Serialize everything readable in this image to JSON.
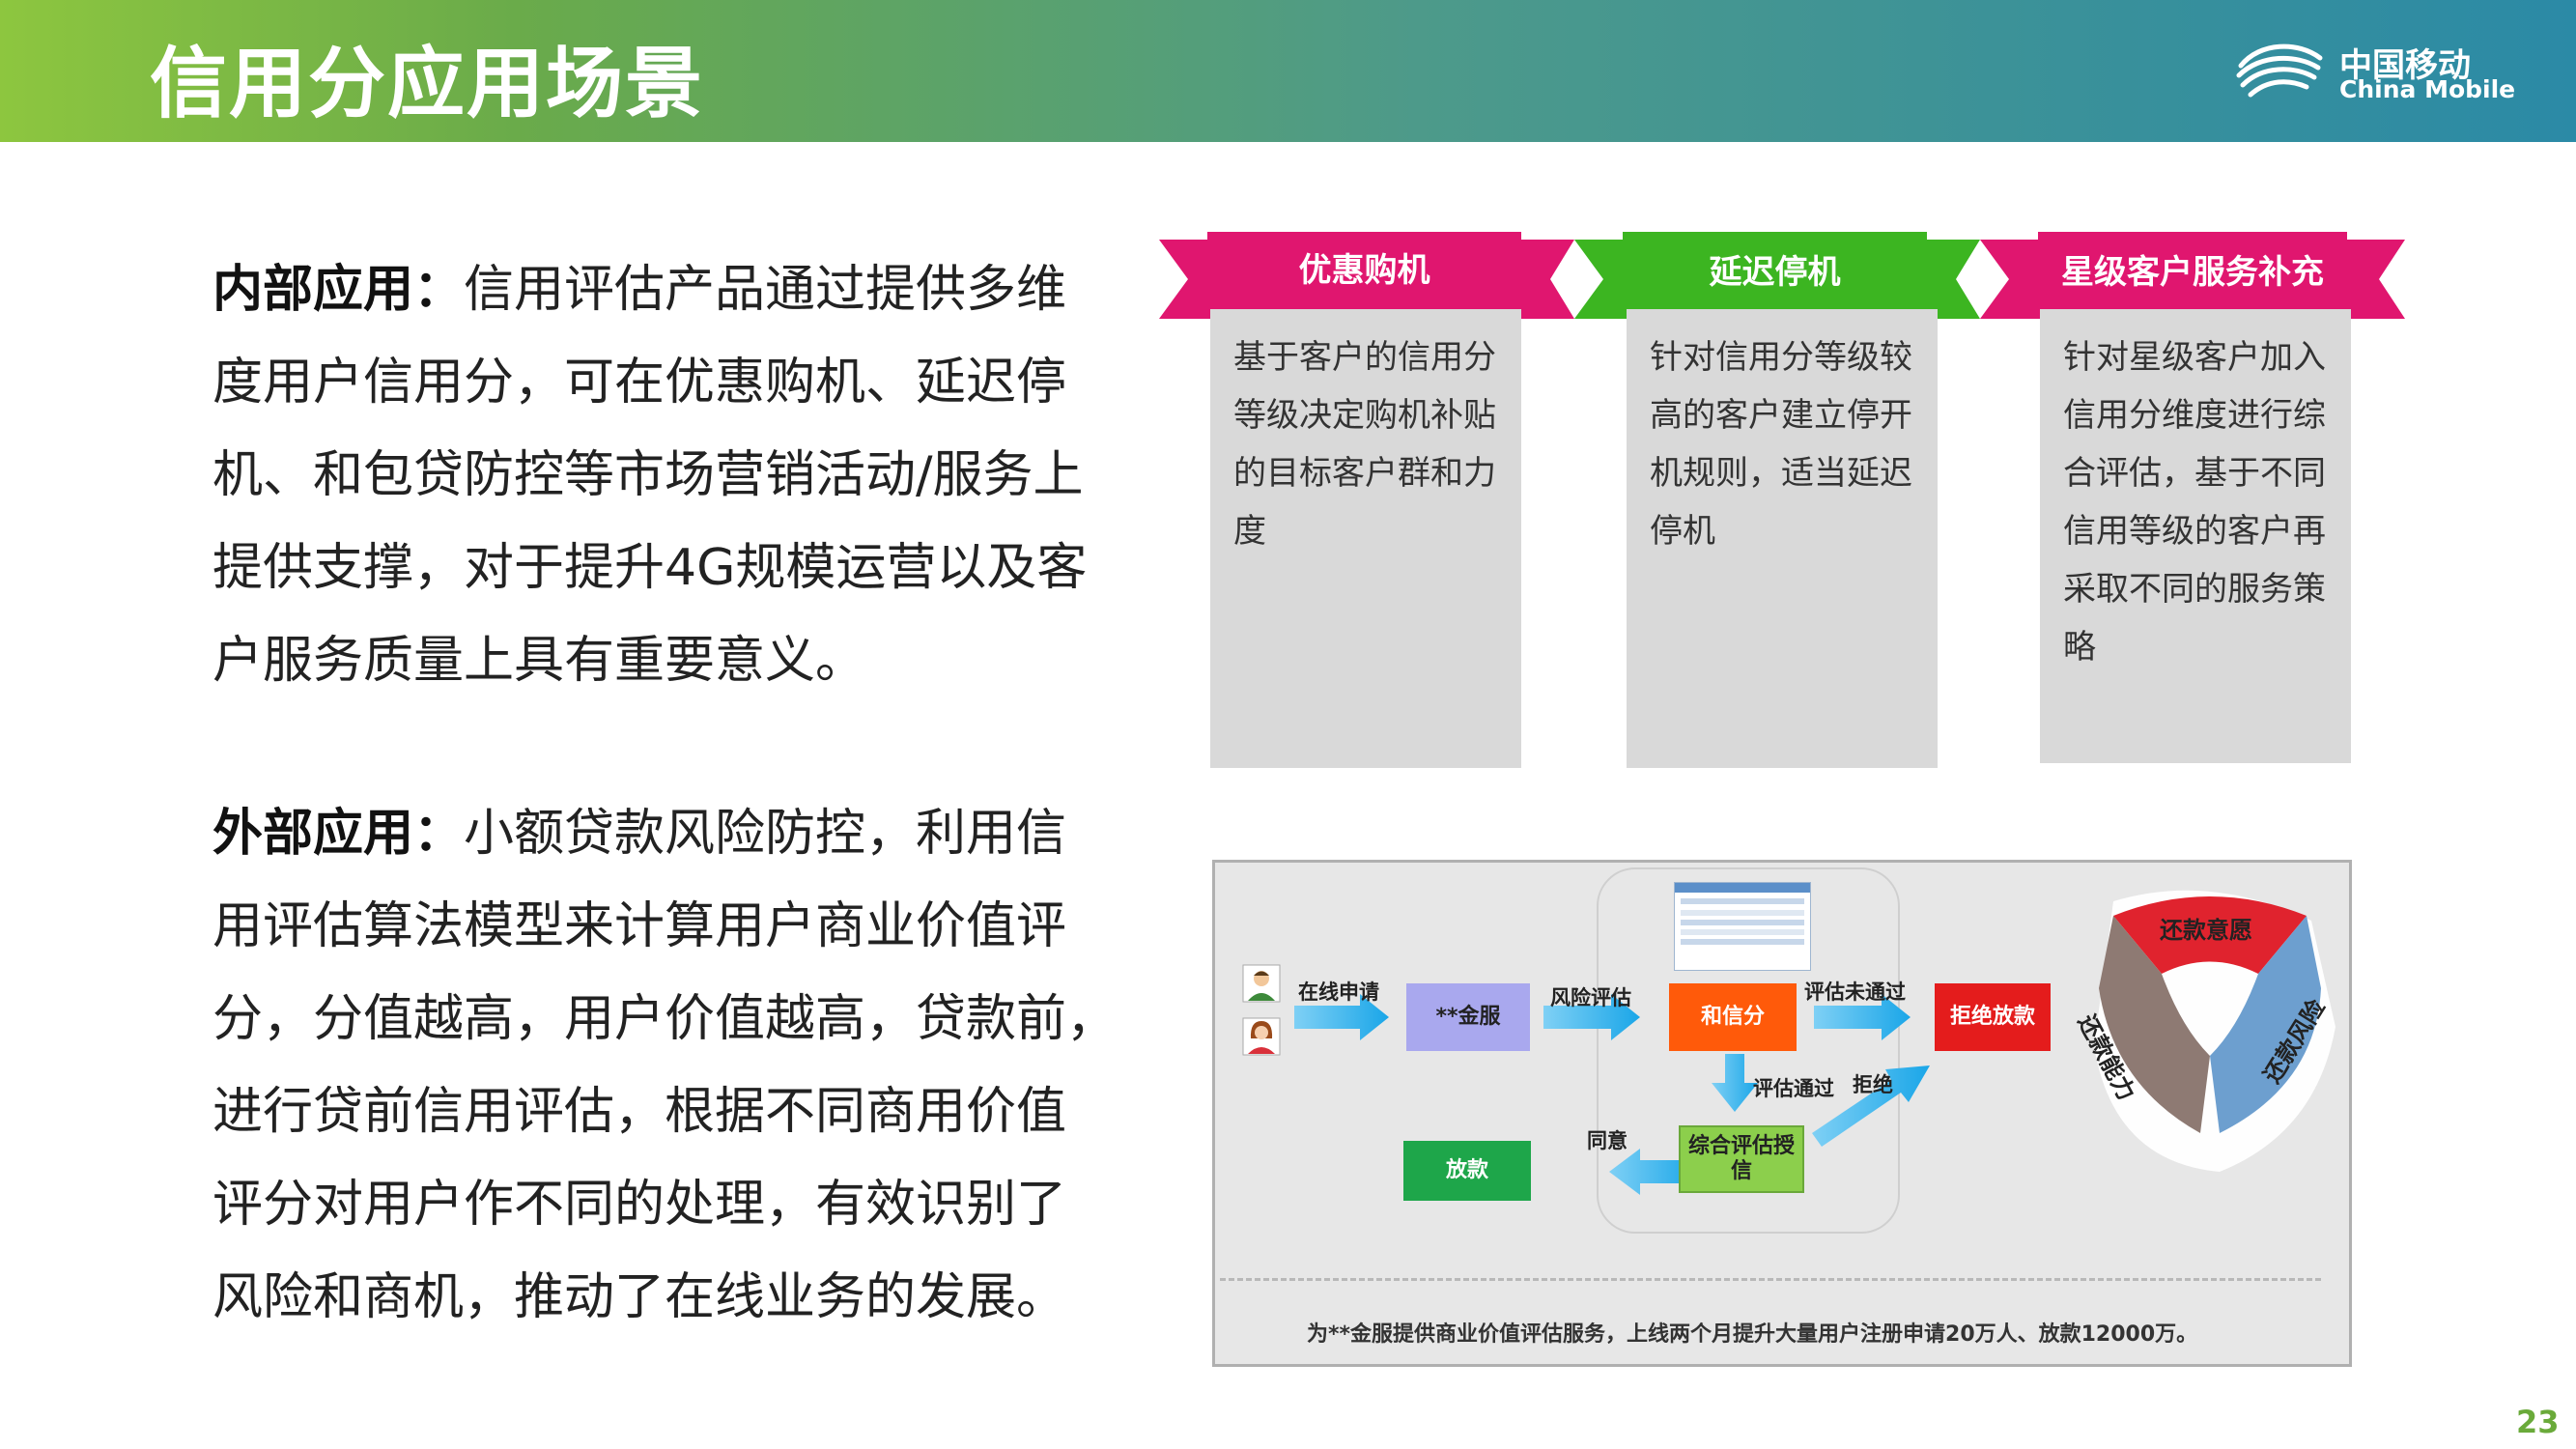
{
  "header": {
    "title": "信用分应用场景",
    "logo_cn": "中国移动",
    "logo_en": "China Mobile"
  },
  "internal": {
    "label": "内部应用",
    "sep": "：",
    "lines": [
      "信用评估产品通过提供多维",
      "度用户信用分，可在优惠购机、延迟停",
      "机、和包贷防控等市场营销活动/服务上",
      "提供支撑，对于提升4G规模运营以及客",
      "户服务质量上具有重要意义。"
    ]
  },
  "external": {
    "label": "外部应用",
    "sep": "：",
    "lines": [
      "小额贷款风险防控，利用信",
      "用评估算法模型来计算用户商业价值评",
      "分，分值越高，用户价值越高，贷款前，",
      "进行贷前信用评估，根据不同商用价值",
      "评分对用户作不同的处理，有效识别了",
      "风险和商机，推动了在线业务的发展。"
    ]
  },
  "cards": [
    {
      "title": "优惠购机",
      "color": "#e0166f",
      "lines": [
        "基于客户的信用分",
        "等级决定购机补贴",
        "的目标客户群和力",
        "度"
      ]
    },
    {
      "title": "延迟停机",
      "color": "#3cb521",
      "lines": [
        "针对信用分等级较",
        "高的客户建立停开",
        "机规则，适当延迟",
        "停机"
      ]
    },
    {
      "title": "星级客户服务补充",
      "color": "#e0166f",
      "lines": [
        "针对星级客户加入",
        "信用分维度进行综",
        "合评估，基于不同",
        "信用等级的客户再",
        "采取不同的服务策",
        "略"
      ]
    }
  ],
  "flow": {
    "apply": "在线申请",
    "jinfu": "**金服",
    "risk_eval": "风险评估",
    "hexinfen": "和信分",
    "eval_fail": "评估未通过",
    "reject_loan": "拒绝放款",
    "eval_pass": "评估通过",
    "reject": "拒绝",
    "comprehensive": "综合评估授信",
    "agree": "同意",
    "loan": "放款",
    "seg_willing": "还款意愿",
    "seg_ability": "还款能力",
    "seg_risk": "还款风险",
    "footnote": "为**金服提供商业价值评估服务，上线两个月提升大量用户注册申请20万人、放款12000万。"
  },
  "page_number": "23"
}
